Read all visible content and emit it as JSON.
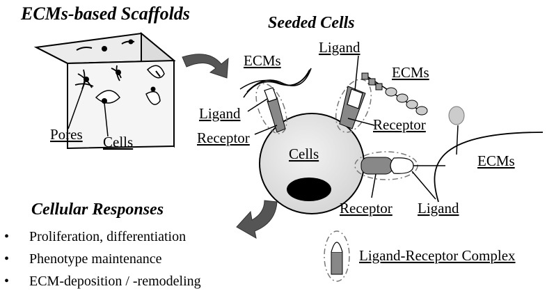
{
  "titles": {
    "scaffolds": "ECMs-based Scaffolds",
    "seeded": "Seeded Cells",
    "responses": "Cellular Responses"
  },
  "scaffold_labels": {
    "pores": "Pores",
    "cells": "Cells"
  },
  "cell_label": "Cells",
  "labels": {
    "ecms_left": "ECMs",
    "ligand_left": "Ligand",
    "receptor_left": "Receptor",
    "ligand_top": "Ligand",
    "ecms_top": "ECMs",
    "receptor_top": "Receptor",
    "ecms_right": "ECMs",
    "receptor_bottom": "Receptor",
    "ligand_bottom": "Ligand"
  },
  "legend": {
    "label": "Ligand-Receptor Complex"
  },
  "bullet_char": "•",
  "responses": [
    "Proliferation, differentiation",
    "Phenotype maintenance",
    "ECM-deposition / -remodeling"
  ],
  "colors": {
    "cube_top": "#ececec",
    "cube_side": "#dcdcdc",
    "cube_front": "#f5f5f5",
    "cell_body": "#e2e2e2",
    "nucleus": "#000000",
    "receptor": "#888888",
    "ligand": "#bbbbbb",
    "arrow": "#555555",
    "dashed": "#777777"
  }
}
